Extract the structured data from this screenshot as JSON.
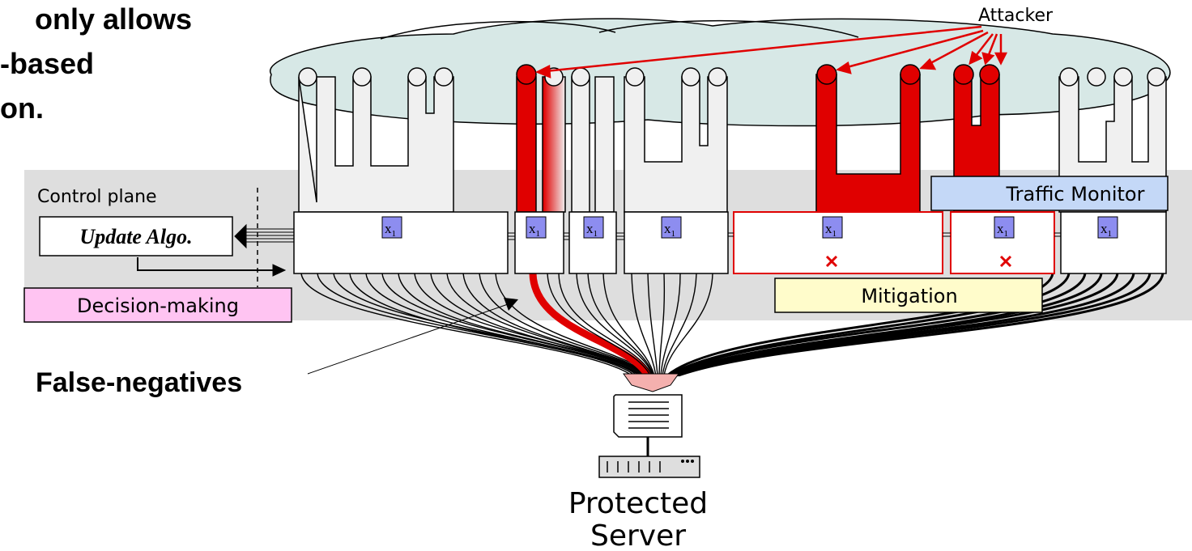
{
  "heading": {
    "line1": "only allows",
    "line2": "-based",
    "line3": "on."
  },
  "labels": {
    "attacker": "Attacker",
    "control_plane": "Control plane",
    "update_algo": "Update Algo.",
    "decision_making": "Decision-making",
    "traffic_monitor": "Traffic Monitor",
    "mitigation": "Mitigation",
    "false_negatives": "False-negatives",
    "server_line1": "Protected",
    "server_line2": "Server"
  },
  "switch_label": {
    "base": "x",
    "sub": "1"
  },
  "colors": {
    "attack": "#e00000",
    "cloud_fill": "#d7e8e6",
    "control_plane_band": "#dedede",
    "benign_tree": "#f0f0f0",
    "decision_box": "#ffc4f2",
    "traffic_monitor_box": "#c4d8f7",
    "mitigation_box": "#fffccb",
    "switch_chip": "#8d8df0",
    "funnel": "#f4b0ae"
  }
}
